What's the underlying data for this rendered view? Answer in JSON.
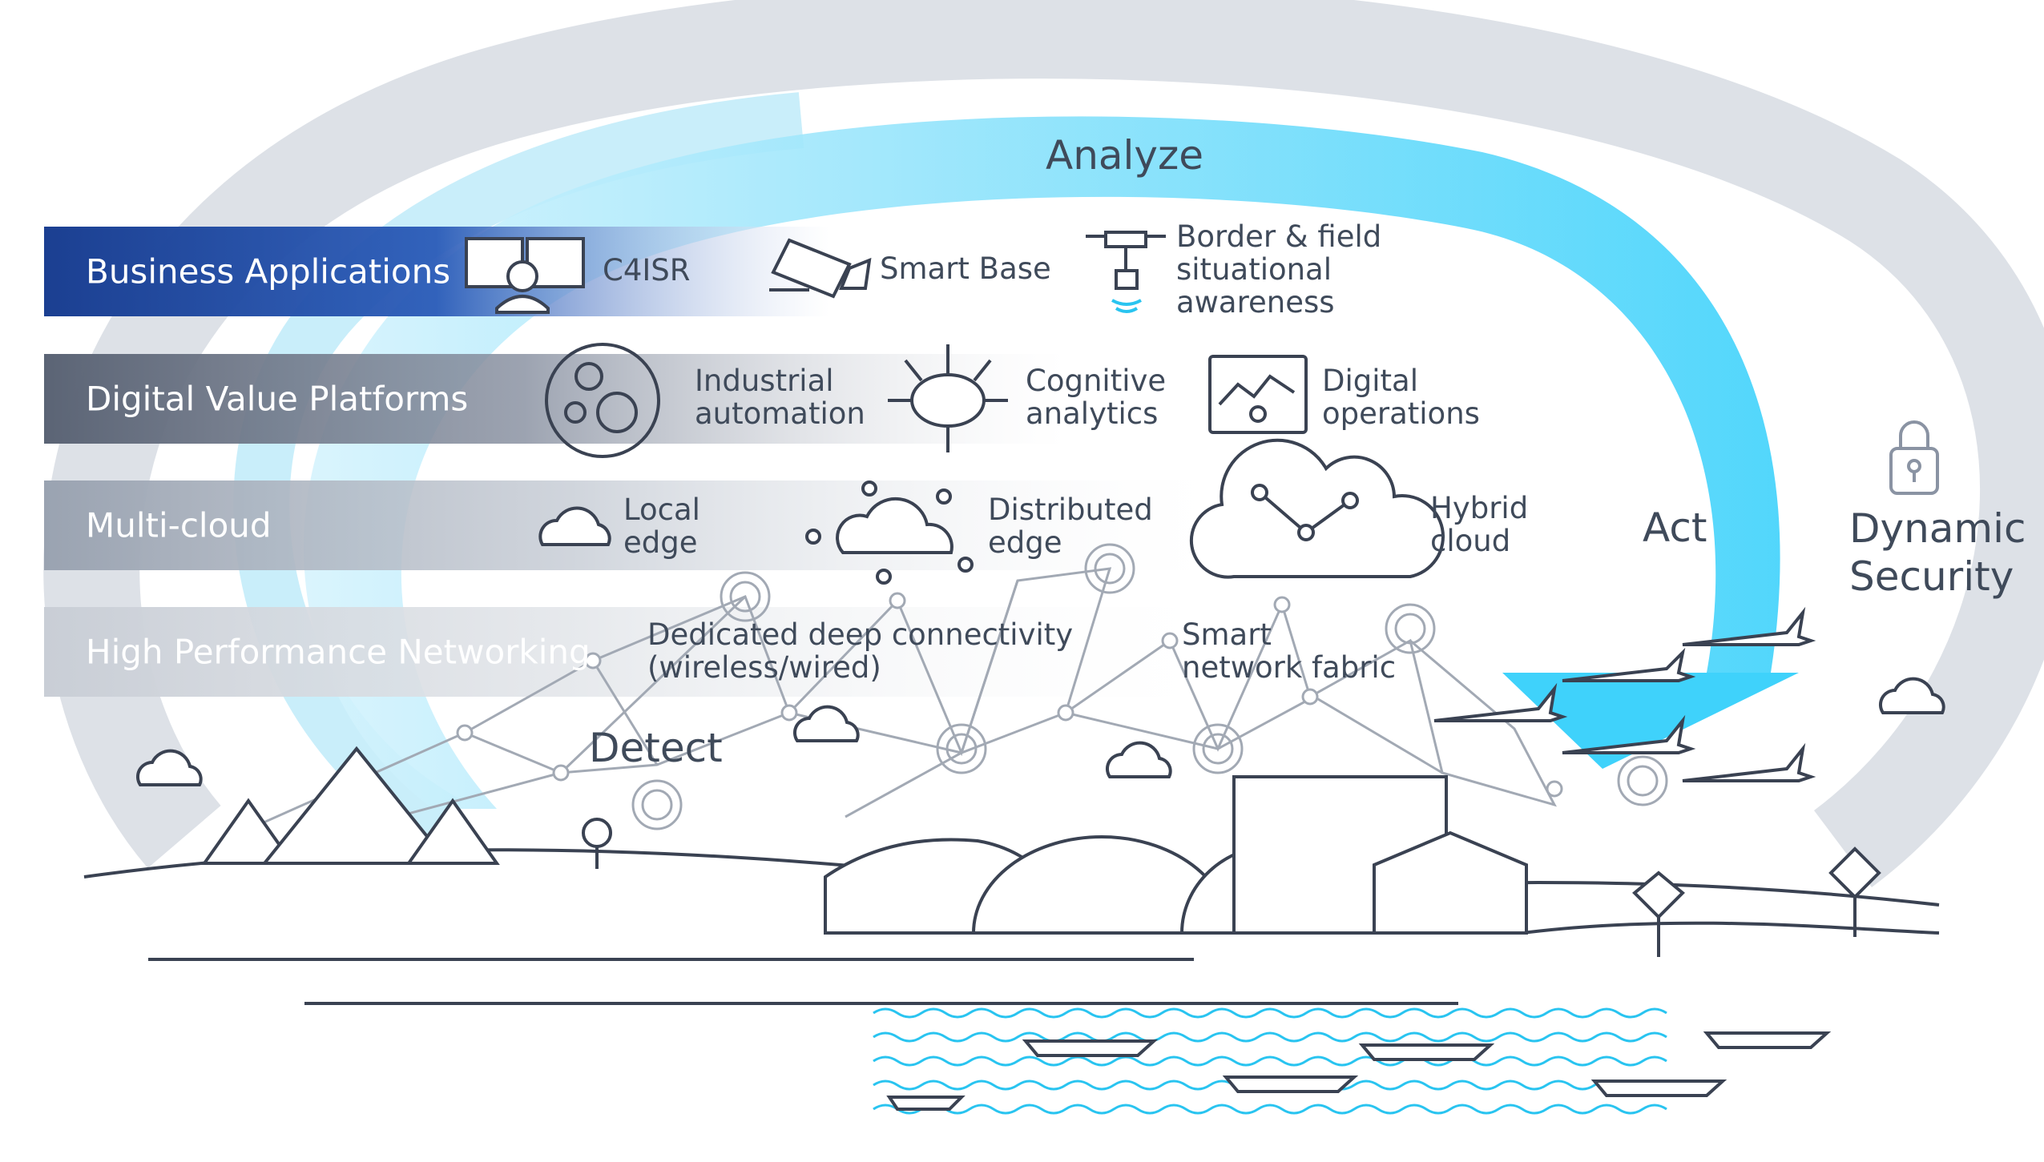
{
  "cycle": {
    "analyze": "Analyze",
    "act": "Act",
    "detect": "Detect",
    "security_line1": "Dynamic",
    "security_line2": "Security"
  },
  "layers": [
    {
      "title": "Business Applications",
      "color_start": "#1b3f91",
      "color_end": "#2a5bb8"
    },
    {
      "title": "Digital Value Platforms",
      "color_start": "#5b6475",
      "color_end": "#8b93a3"
    },
    {
      "title": "Multi-cloud",
      "color_start": "#9aa3b1",
      "color_end": "#c6ccd5"
    },
    {
      "title": "High Performance Networking",
      "color_start": "#c9ced6",
      "color_end": "#e3e6ea"
    }
  ],
  "business_apps": {
    "c4isr": "C4ISR",
    "smart_base": "Smart Base",
    "border_l1": "Border & field",
    "border_l2": "situational",
    "border_l3": "awareness"
  },
  "platforms": {
    "industrial_l1": "Industrial",
    "industrial_l2": "automation",
    "cognitive_l1": "Cognitive",
    "cognitive_l2": "analytics",
    "digital_l1": "Digital",
    "digital_l2": "operations"
  },
  "cloud": {
    "local_l1": "Local",
    "local_l2": "edge",
    "distributed_l1": "Distributed",
    "distributed_l2": "edge",
    "hybrid_l1": "Hybrid",
    "hybrid_l2": "cloud"
  },
  "networking": {
    "dedicated_l1": "Dedicated deep connectivity",
    "dedicated_l2": "(wireless/wired)",
    "smart_l1": "Smart",
    "smart_l2": "network fabric"
  },
  "colors": {
    "cycle_arrow": "#3fd2fb",
    "outer_ring": "#dde1e7",
    "line": "#3a4252"
  }
}
